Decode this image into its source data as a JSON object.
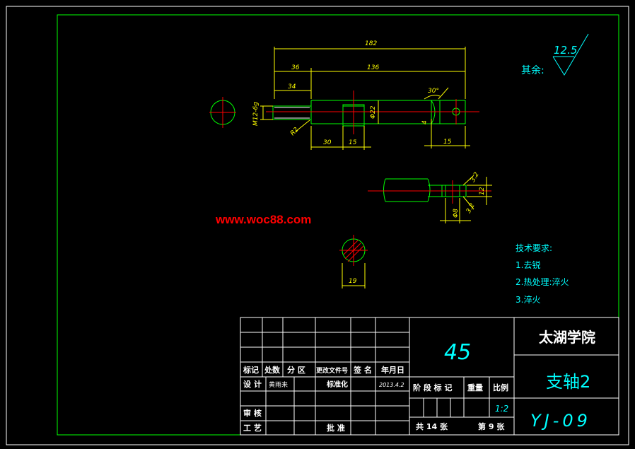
{
  "drawing": {
    "surface_roughness": {
      "label": "其余:",
      "value": "12.5"
    },
    "main_view_dims": {
      "overall_length": "182",
      "left_offset": "36",
      "middle_length": "136",
      "thread_length": "34",
      "thread_spec": "M12-6g",
      "diameter": "Φ22",
      "radius": "R2",
      "angle": "30°",
      "slot_pos": "30",
      "slot_width": "15",
      "end_length": "15",
      "small_dim": "4"
    },
    "detail_view_dims": {
      "height": "12",
      "hole": "Φ8",
      "tol_top": "3.2",
      "tol_bottom": "3.2"
    },
    "section_dim": "19",
    "watermark": "www.woc88.com",
    "notes": {
      "title": "技术要求:",
      "items": [
        "1.去锐",
        "2.热处理:淬火",
        "3.淬火"
      ]
    }
  },
  "title_block": {
    "header_labels": [
      "标记",
      "处数",
      "分 区",
      "更改文件号",
      "签 名",
      "年月日"
    ],
    "design_label": "设 计",
    "designer": "黄雨来",
    "standardize_label": "标准化",
    "date": "2013.4.2",
    "review_label": "审 核",
    "process_label": "工 艺",
    "approve_label": "批 准",
    "material": "45",
    "stage_label": "阶 段 标 记",
    "weight_label": "重量",
    "scale_label": "比例",
    "scale": "1:2",
    "total_sheets": "共 14 张",
    "sheet_no": "第 9 张",
    "school": "太湖学院",
    "part_name": "支轴2",
    "drawing_no": "YJ-09"
  }
}
